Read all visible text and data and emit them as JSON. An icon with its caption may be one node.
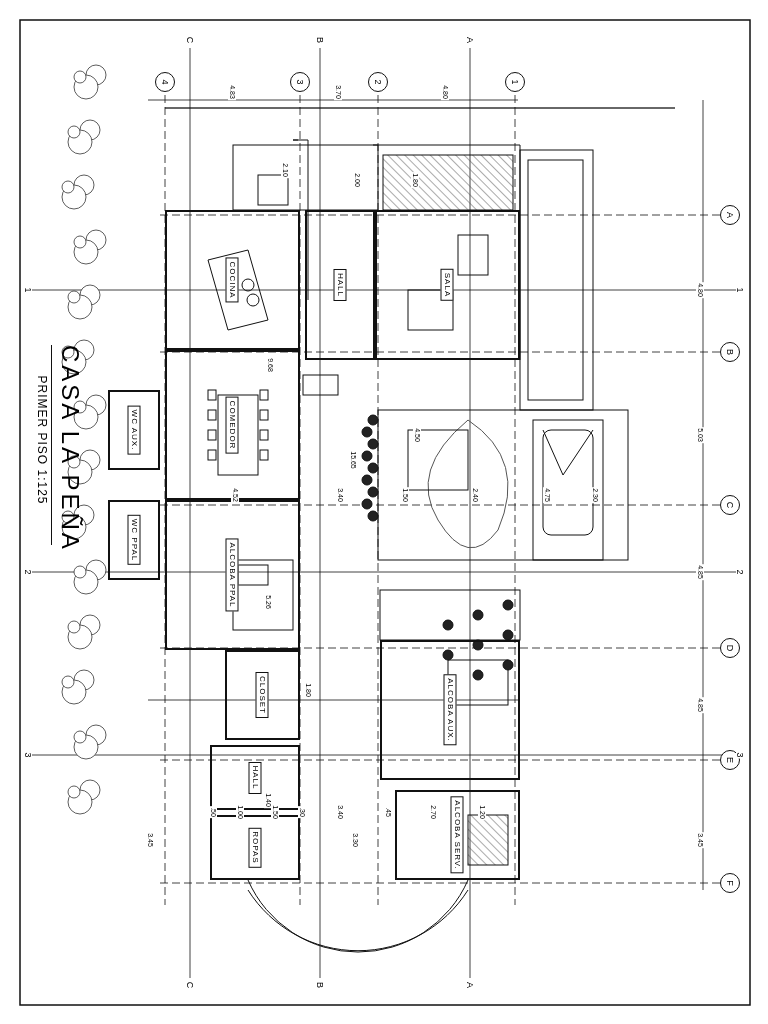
{
  "diagram": {
    "title": "CASA LA PEÑA",
    "caption": "PRIMER PISO 1:125",
    "nodes": [
      {
        "text": [
          "COCINA"
        ]
      },
      {
        "text": [
          "COMEDOR"
        ]
      },
      {
        "text": [
          "WC AUX."
        ]
      },
      {
        "text": [
          "WC PPAL"
        ]
      },
      {
        "text": [
          "ALCOBA PPAL"
        ]
      },
      {
        "text": [
          "CLOSET"
        ]
      },
      {
        "text": [
          "HALL"
        ]
      },
      {
        "text": [
          "ROPAS"
        ]
      },
      {
        "text": [
          "ALCOBA SERV."
        ]
      },
      {
        "text": [
          "ALCOBA AUX."
        ]
      },
      {
        "text": [
          "SALA"
        ]
      },
      {
        "text": [
          "HALL"
        ]
      },
      {
        "text": [
          "4"
        ]
      },
      {
        "text": [
          "3"
        ]
      },
      {
        "text": [
          "2"
        ]
      },
      {
        "text": [
          "1"
        ]
      },
      {
        "text": [
          "A"
        ]
      },
      {
        "text": [
          "B"
        ]
      },
      {
        "text": [
          "C"
        ]
      },
      {
        "text": [
          "D"
        ]
      },
      {
        "text": [
          "E"
        ]
      },
      {
        "text": [
          "F"
        ]
      }
    ],
    "edges": [],
    "labels": [
      "C",
      "B",
      "A",
      "4.83",
      "3.70",
      "4.80",
      "2.10",
      "2.00",
      "1.80",
      "1",
      "4.80",
      "1",
      "9.68",
      "4.50",
      "5.03",
      "15.65",
      "4.52",
      "3.40",
      "1.50",
      "2.40",
      "4.75",
      "2.30",
      "2",
      "4.85",
      "2",
      "5.26",
      "1.80",
      "4.85",
      "3",
      "3",
      "1.40",
      ".50",
      "1.00",
      "1.50",
      ".30",
      "3.40",
      ".45",
      "2.70",
      "1.20",
      "3.45",
      "3.30",
      "3.45",
      "C",
      "B",
      "A"
    ]
  }
}
